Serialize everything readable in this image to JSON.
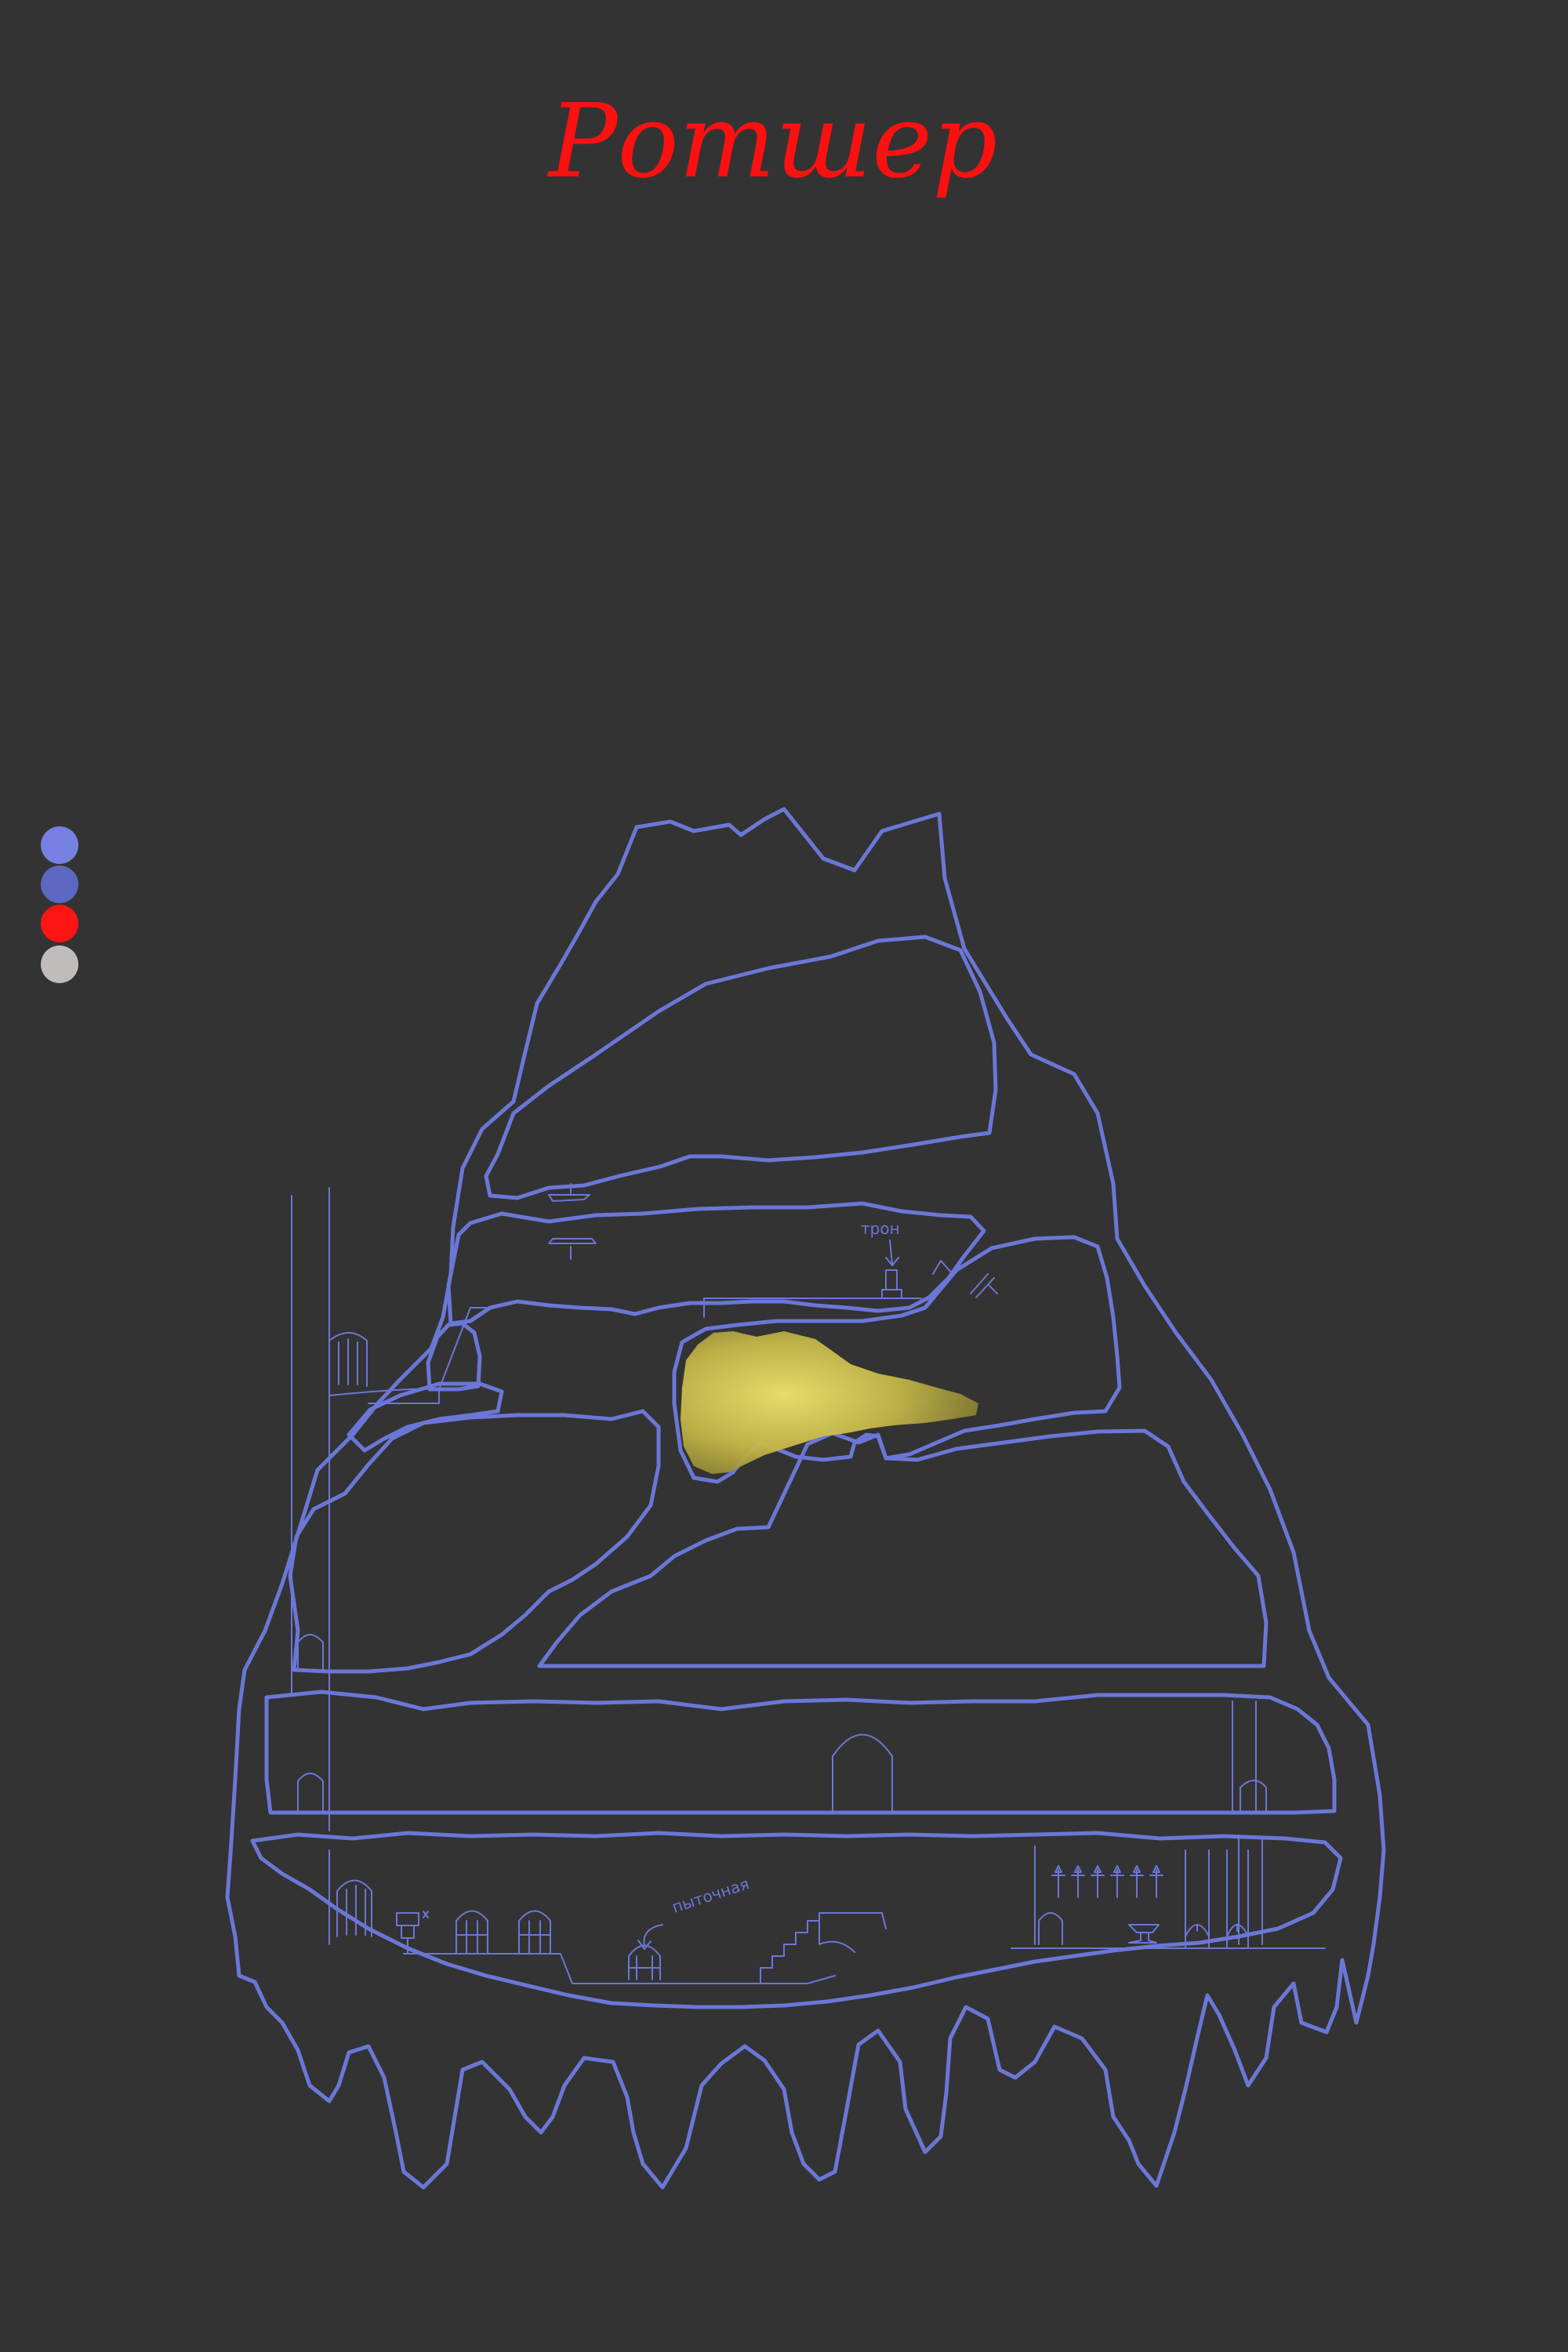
{
  "title": "Ротшер",
  "colors": {
    "background": "#333333",
    "mountain_fill": "#232323",
    "outline": "#6b77d6",
    "title": "#ff1010",
    "gold": "#c9bd4f"
  },
  "palette": [
    {
      "color": "#7680e0"
    },
    {
      "color": "#5c67c2"
    },
    {
      "color": "#ff1414"
    },
    {
      "color": "#c0bcbc"
    }
  ],
  "labels": {
    "throne": "трон",
    "torture_room": "пыточная"
  }
}
